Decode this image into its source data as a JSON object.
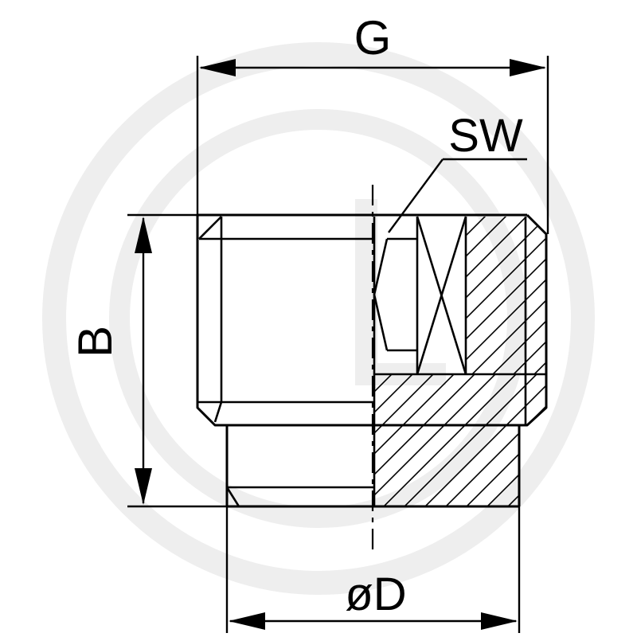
{
  "labels": {
    "width": "G",
    "wrench_size": "SW",
    "height": "B",
    "diameter": "øD"
  },
  "colors": {
    "line": "#000000",
    "watermark": "#eeeeee",
    "background": "#ffffff"
  }
}
